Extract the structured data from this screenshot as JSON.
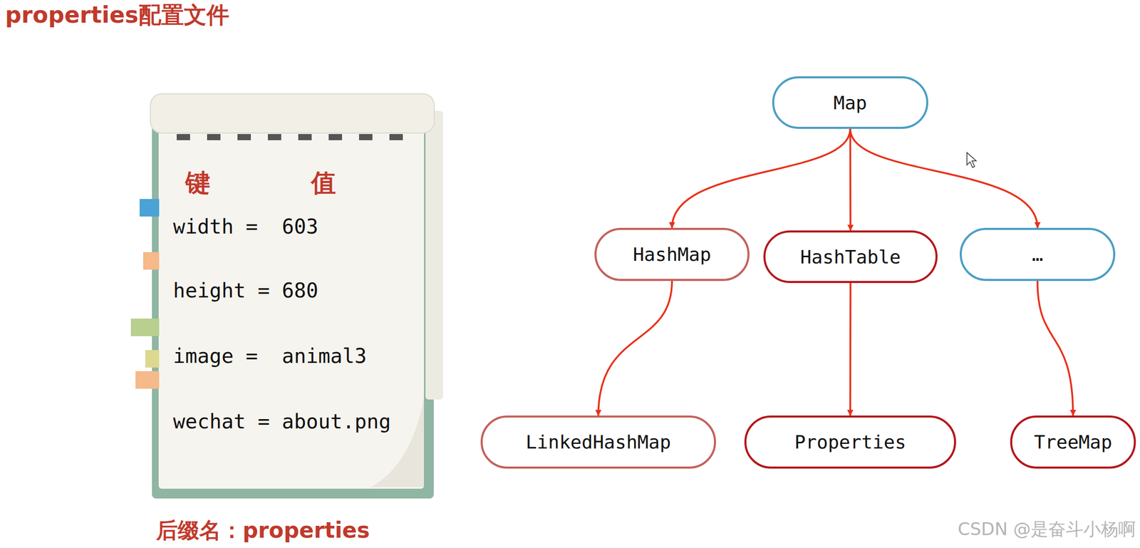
{
  "diagram": {
    "title": "properties配置文件",
    "nodes": [
      {
        "text": [
          "键",
          "值",
          "width =  603",
          "height = 680",
          "image =  animal3",
          "wechat = about.png"
        ]
      },
      {
        "text": [
          "Map"
        ]
      },
      {
        "text": [
          "HashMap"
        ]
      },
      {
        "text": [
          "HashTable"
        ]
      },
      {
        "text": [
          "…"
        ]
      },
      {
        "text": [
          "LinkedHashMap"
        ]
      },
      {
        "text": [
          "Properties"
        ]
      },
      {
        "text": [
          "TreeMap"
        ]
      }
    ],
    "edges": [
      {
        "from": 1,
        "to": 2,
        "arrow": "to"
      },
      {
        "from": 1,
        "to": 3,
        "arrow": "to"
      },
      {
        "from": 1,
        "to": 4,
        "arrow": "to"
      },
      {
        "from": 2,
        "to": 5,
        "arrow": "to"
      },
      {
        "from": 3,
        "to": 6,
        "arrow": "to"
      },
      {
        "from": 4,
        "to": 7,
        "arrow": "to"
      }
    ],
    "labels": [
      "后缀名：properties",
      "CSDN @是奋斗小杨啊"
    ]
  }
}
